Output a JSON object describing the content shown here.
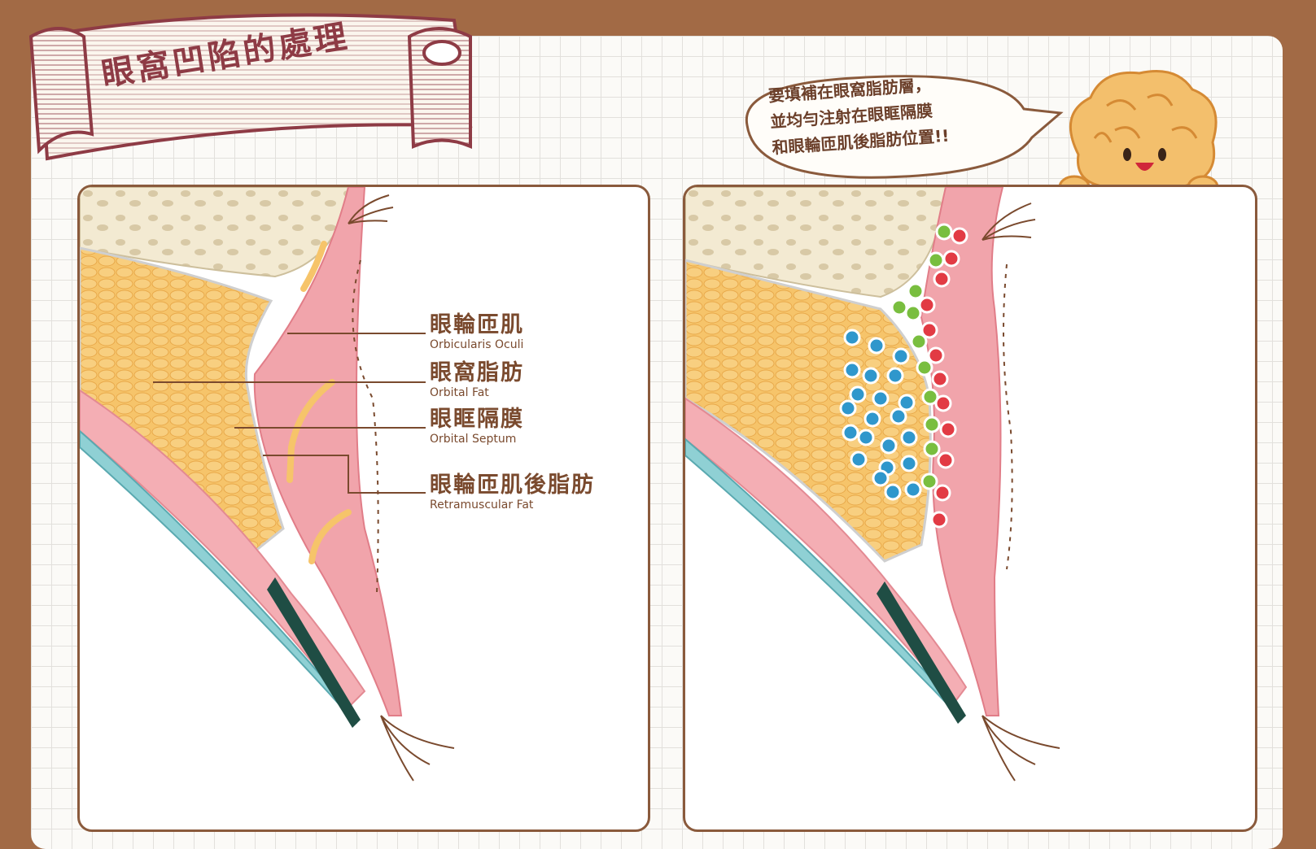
{
  "banner": {
    "title": "眼窩凹陷的處理"
  },
  "speech_bubble": {
    "lines": [
      "要填補在眼窩脂肪層，",
      "並均勻注射在眼眶隔膜",
      "和眼輪匝肌後脂肪位置!!"
    ]
  },
  "labels": [
    {
      "zh": "眼輪匝肌",
      "en": "Orbicularis Oculi"
    },
    {
      "zh": "眼窩脂肪",
      "en": "Orbital Fat"
    },
    {
      "zh": "眼眶隔膜",
      "en": "Orbital Septum"
    },
    {
      "zh": "眼輪匝肌後脂肪",
      "en": "Retramuscular Fat"
    }
  ],
  "colors": {
    "background": "#a26a45",
    "frame": "#8a5a3c",
    "banner": "#8e3b45",
    "fat": "#f6c46a",
    "muscle": "#f1a4ab",
    "bone": "#f3ead2",
    "conjunctiva": "#8fd0d4",
    "dot_blue": "#2f97cc",
    "dot_green": "#79be3f",
    "dot_red": "#e23b44"
  },
  "icons": {
    "banner": "ribbon-scroll",
    "mascot": "fat-blob-mascot-icon"
  }
}
